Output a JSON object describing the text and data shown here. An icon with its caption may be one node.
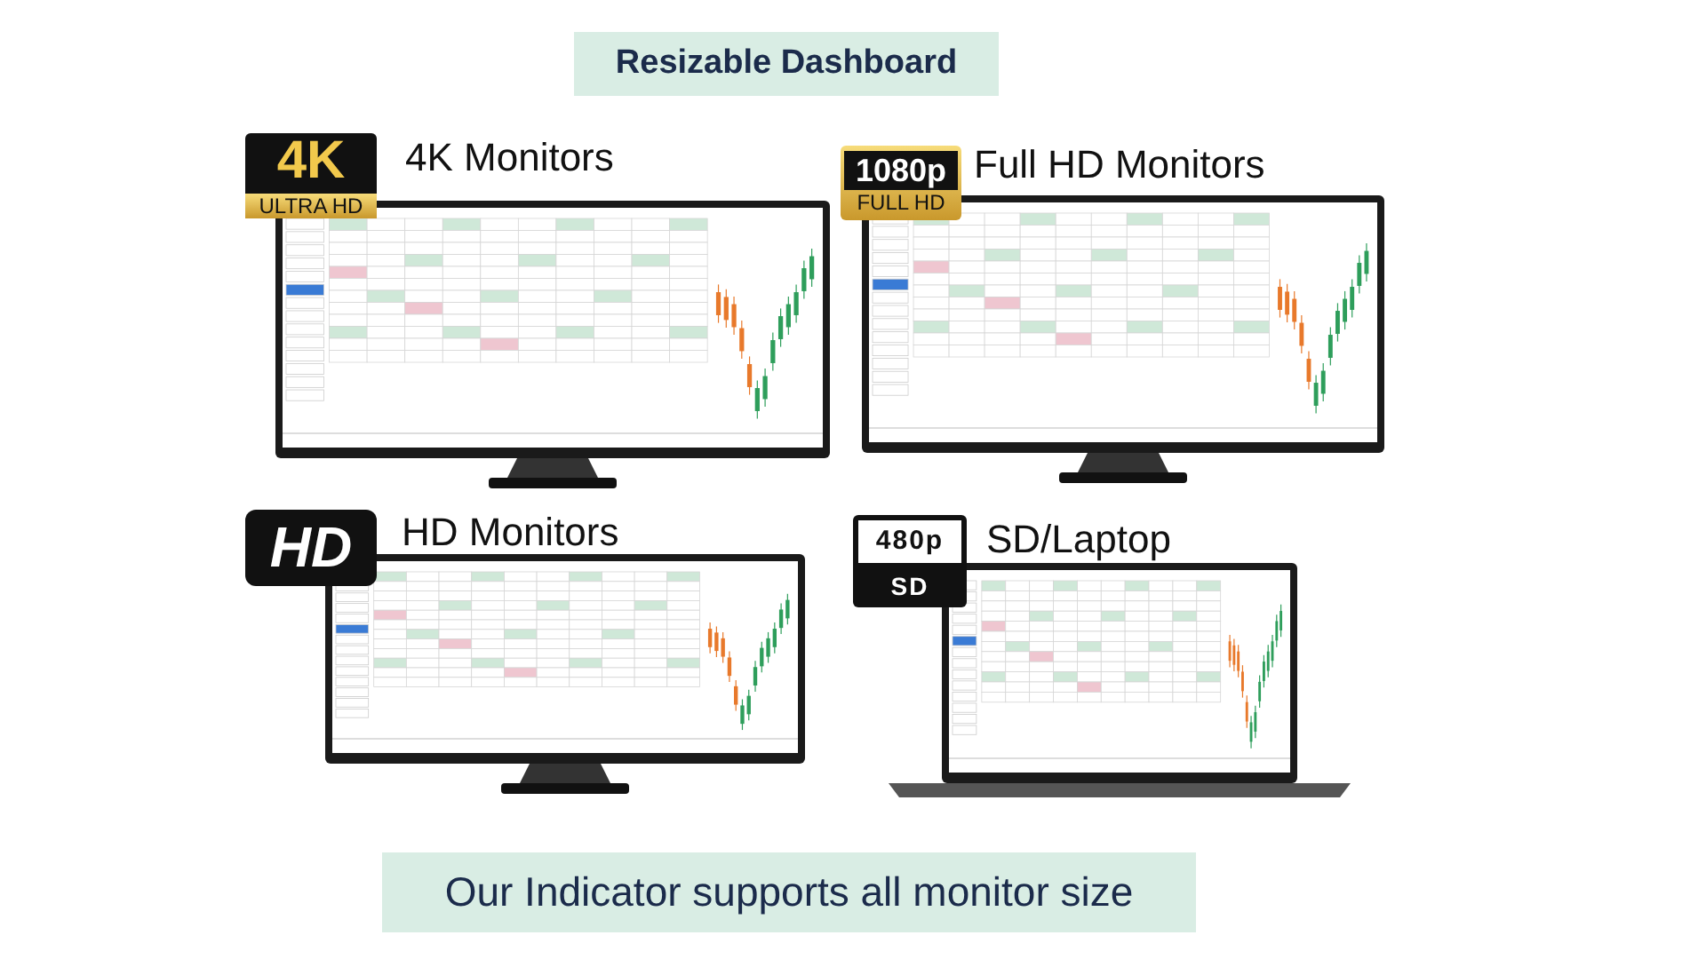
{
  "diagram": {
    "nodes": [
      {
        "text": [
          "Resizable Dashboard"
        ]
      },
      {
        "text": [
          "4K",
          "ULTRA HD"
        ]
      },
      {
        "text": [
          "1080p",
          "FULL HD"
        ]
      },
      {
        "text": [
          "HD"
        ]
      },
      {
        "text": [
          "480p",
          "SD"
        ]
      },
      {
        "text": [
          "Our Indicator supports all monitor size"
        ]
      }
    ],
    "labels": [
      "4K Monitors",
      "Full HD Monitors",
      "HD Monitors",
      "SD/Laptop"
    ]
  }
}
